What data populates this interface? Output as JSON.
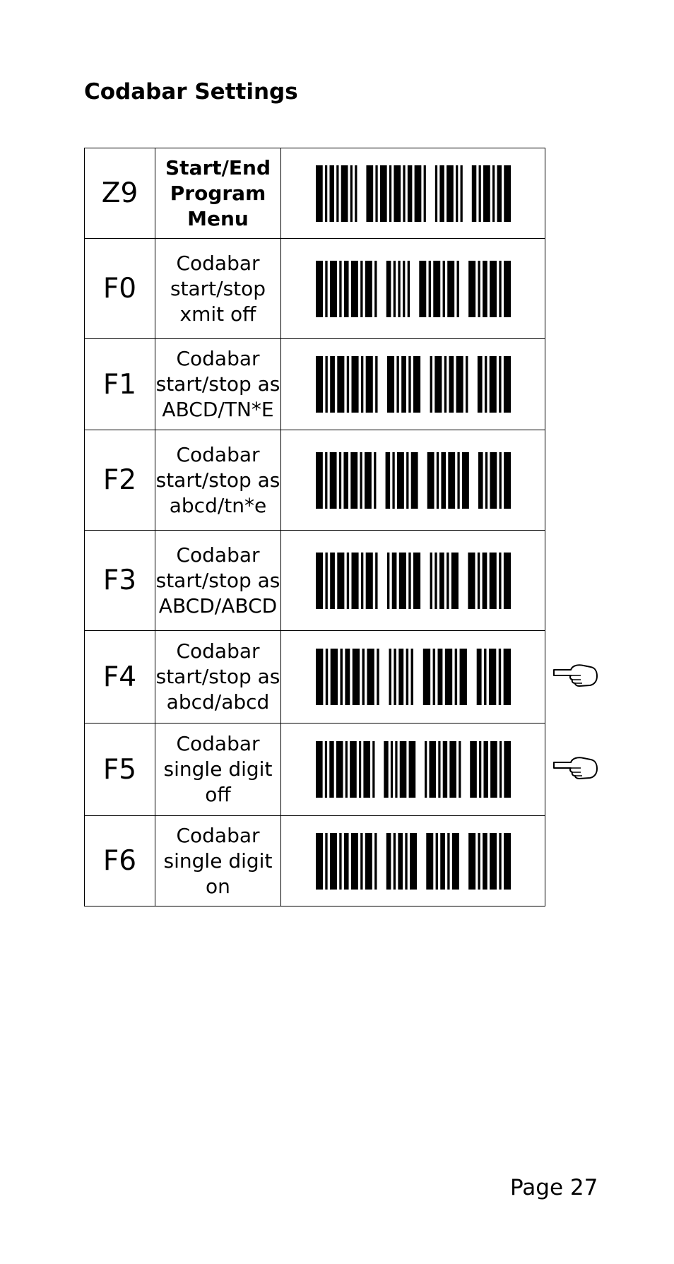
{
  "page_title": "Codabar Settings",
  "rows": [
    {
      "code": "Z9",
      "lines": [
        "Start/End",
        "Program",
        "Menu"
      ],
      "bold": true,
      "default": false,
      "bars": [
        3,
        1,
        1,
        1,
        2,
        1,
        1,
        1,
        3,
        1,
        1,
        1,
        1,
        4,
        3,
        1,
        1,
        1,
        3,
        1,
        1,
        1,
        3,
        1,
        1,
        1,
        2,
        1,
        3,
        1,
        1,
        4,
        1,
        1,
        2,
        1,
        3,
        1,
        1,
        1,
        1,
        4,
        2,
        1,
        1,
        1,
        3,
        1,
        1,
        1,
        2,
        1,
        3
      ]
    },
    {
      "code": "F0",
      "lines": [
        "Codabar",
        "start/stop",
        "xmit off"
      ],
      "bold": false,
      "default": false,
      "bars": [
        3,
        1,
        1,
        1,
        3,
        1,
        1,
        1,
        2,
        1,
        3,
        1,
        1,
        1,
        3,
        1,
        1,
        4,
        2,
        1,
        1,
        1,
        1,
        1,
        1,
        1,
        1,
        4,
        3,
        1,
        1,
        1,
        3,
        1,
        1,
        1,
        3,
        1,
        1,
        4,
        3,
        1,
        1,
        1,
        2,
        1,
        3,
        1,
        1,
        1,
        3
      ]
    },
    {
      "code": "F1",
      "lines": [
        "Codabar",
        "start/stop as",
        "ABCD/TN*E"
      ],
      "bold": false,
      "default": false,
      "bars": [
        3,
        1,
        1,
        1,
        2,
        1,
        3,
        1,
        1,
        1,
        3,
        1,
        1,
        1,
        3,
        1,
        1,
        4,
        3,
        1,
        1,
        1,
        2,
        1,
        1,
        1,
        3,
        4,
        1,
        1,
        3,
        1,
        1,
        1,
        2,
        1,
        3,
        1,
        1,
        4,
        2,
        1,
        1,
        1,
        3,
        1,
        1,
        1,
        3
      ]
    },
    {
      "code": "F2",
      "lines": [
        "Codabar",
        "start/stop as",
        "abcd/tn*e"
      ],
      "bold": false,
      "default": false,
      "bars": [
        3,
        1,
        1,
        1,
        3,
        1,
        1,
        1,
        2,
        1,
        3,
        1,
        1,
        1,
        3,
        1,
        1,
        4,
        2,
        1,
        1,
        1,
        3,
        1,
        1,
        1,
        3,
        4,
        3,
        1,
        1,
        1,
        2,
        1,
        3,
        1,
        1,
        1,
        3,
        4,
        2,
        1,
        1,
        1,
        3,
        1,
        1,
        1,
        3
      ]
    },
    {
      "code": "F3",
      "lines": [
        "Codabar",
        "start/stop as",
        "ABCD/ABCD"
      ],
      "bold": false,
      "default": false,
      "bars": [
        3,
        1,
        1,
        1,
        2,
        1,
        3,
        1,
        1,
        1,
        3,
        1,
        1,
        1,
        3,
        1,
        1,
        4,
        1,
        1,
        2,
        1,
        3,
        1,
        1,
        1,
        3,
        4,
        1,
        1,
        1,
        1,
        2,
        1,
        1,
        1,
        3,
        4,
        3,
        1,
        1,
        1,
        2,
        1,
        3,
        1,
        1,
        1,
        3
      ]
    },
    {
      "code": "F4",
      "lines": [
        "Codabar",
        "start/stop as",
        "abcd/abcd"
      ],
      "bold": false,
      "default": true,
      "bars": [
        3,
        1,
        1,
        1,
        3,
        1,
        1,
        1,
        2,
        1,
        3,
        1,
        1,
        1,
        3,
        1,
        1,
        4,
        1,
        1,
        1,
        1,
        2,
        1,
        1,
        1,
        1,
        4,
        3,
        1,
        1,
        1,
        2,
        1,
        3,
        1,
        1,
        1,
        3,
        4,
        2,
        1,
        1,
        1,
        3,
        1,
        1,
        1,
        3
      ]
    },
    {
      "code": "F5",
      "lines": [
        "Codabar",
        "single digit",
        "off"
      ],
      "bold": false,
      "default": true,
      "bars": [
        3,
        1,
        1,
        1,
        2,
        1,
        3,
        1,
        1,
        1,
        3,
        1,
        1,
        1,
        3,
        1,
        1,
        4,
        2,
        1,
        1,
        1,
        1,
        1,
        3,
        1,
        3,
        4,
        1,
        1,
        3,
        1,
        1,
        1,
        2,
        1,
        3,
        1,
        1,
        4,
        3,
        1,
        1,
        1,
        2,
        1,
        3,
        1,
        1,
        1,
        3
      ]
    },
    {
      "code": "F6",
      "lines": [
        "Codabar",
        "single digit",
        "on"
      ],
      "bold": false,
      "default": false,
      "bars": [
        3,
        1,
        1,
        1,
        3,
        1,
        1,
        1,
        2,
        1,
        3,
        1,
        1,
        1,
        3,
        1,
        1,
        4,
        2,
        1,
        1,
        1,
        2,
        1,
        1,
        1,
        3,
        4,
        3,
        1,
        1,
        1,
        2,
        1,
        1,
        1,
        3,
        4,
        3,
        1,
        1,
        1,
        2,
        1,
        3,
        1,
        1,
        1,
        3
      ]
    }
  ],
  "default_marker": "pointing-hand-icon",
  "page_number": "Page 27"
}
